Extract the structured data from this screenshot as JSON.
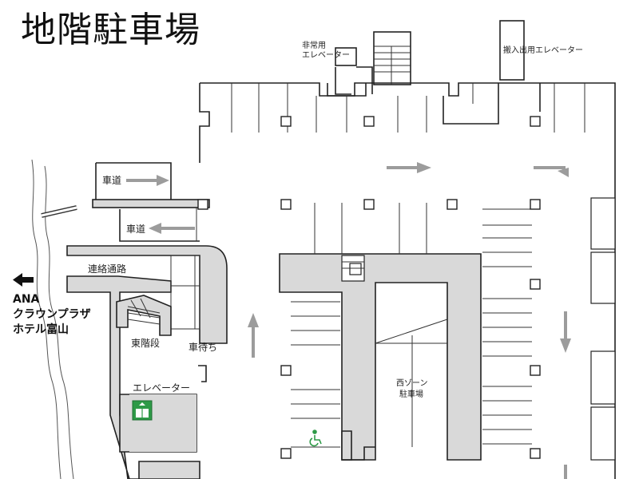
{
  "title": "地階駐車場",
  "labels": {
    "emergency_elevator_line1": "非常用",
    "emergency_elevator_line2": "エレベーター",
    "service_elevator": "搬入出用エレベーター",
    "road_in": "車道",
    "road_out": "車道",
    "connecting_passage": "連絡通路",
    "east_stairs": "東階段",
    "waiting_area": "車待ち",
    "elevator": "エレベーター",
    "west_zone_line1": "西ゾーン",
    "west_zone_line2": "駐車場"
  },
  "hotel": {
    "line1": "ANA",
    "line2": "クラウンプラザ",
    "line3": "ホテル富山"
  },
  "icons": {
    "elevator_icon_color": "#2e9a47",
    "accessible_icon_color": "#2e9a47",
    "arrow_color": "#9c9c9c"
  }
}
